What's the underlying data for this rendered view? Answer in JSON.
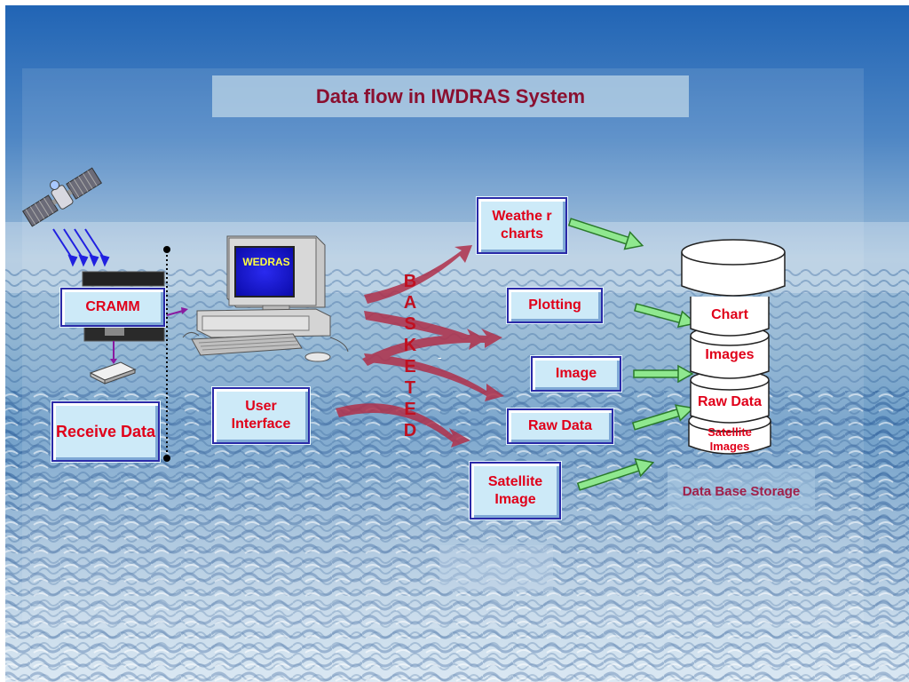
{
  "title": "Data flow in IWDRAS System",
  "nodes": {
    "cramm": "CRAMM",
    "receive_data": "Receive Data",
    "user_interface": "User Interface",
    "weather_charts": "Weathe r charts",
    "plotting": "Plotting",
    "image": "Image",
    "raw_data": "Raw Data",
    "satellite_image": "Satellite Image"
  },
  "computer_screen_label": "WEDRAS",
  "basketed_letters": [
    "B",
    "A",
    "S",
    "K",
    "E",
    "T",
    "E",
    "D"
  ],
  "dash": "-",
  "database": {
    "segments": [
      "Chart",
      "Images",
      "Raw Data",
      "Satellite Images"
    ],
    "caption": "Data Base Storage"
  },
  "colors": {
    "title_text": "#8a1030",
    "node_text": "#e0001a",
    "node_border": "#2a2aa8",
    "node_fill": "#cdeaf8",
    "swoosh": "#b0304a",
    "green_arrow": "#90ee90"
  }
}
